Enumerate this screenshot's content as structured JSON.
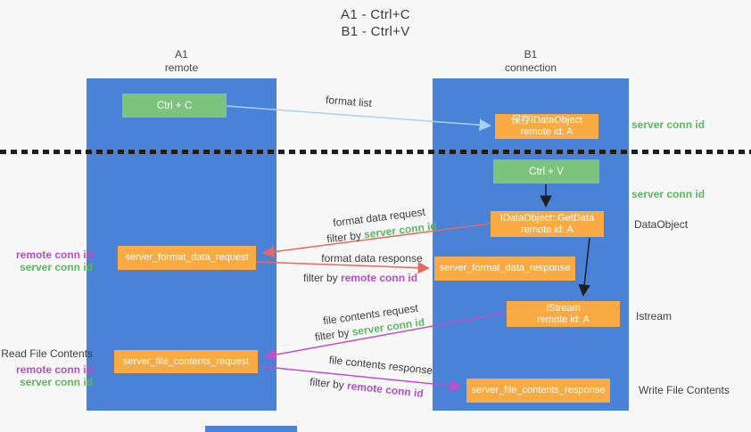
{
  "title": {
    "line1": "A1 - Ctrl+C",
    "line2": "B1 - Ctrl+V"
  },
  "columns": {
    "a1": {
      "name": "A1",
      "subtitle": "remote"
    },
    "b1": {
      "name": "B1",
      "subtitle": "connection"
    }
  },
  "nodes": {
    "ctrl_c": {
      "label": "Ctrl + C"
    },
    "save_dataobject": {
      "line1": "保存IDataObject",
      "line2": "remote id: A"
    },
    "ctrl_v": {
      "label": "Ctrl + V"
    },
    "getdata": {
      "line1": "IDataObject::GetData",
      "line2": "remote id: A"
    },
    "format_request": {
      "label": "server_format_data_request"
    },
    "format_response": {
      "label": "server_format_data_response"
    },
    "istream": {
      "line1": "IStream",
      "line2": "remote id: A"
    },
    "file_request": {
      "label": "server_file_contents_request"
    },
    "file_response": {
      "label": "server_file_contents_response"
    }
  },
  "arrow_labels": {
    "format_list": "format list",
    "format_data_request": "format data request",
    "format_data_response": "format data response",
    "file_contents_request": "file contents request",
    "file_contents_response": "file contents response",
    "filter_by": "filter by",
    "server_conn_id": "server conn id",
    "remote_conn_id": "remote conn id"
  },
  "right_labels": {
    "server_conn_id_1": "server conn id",
    "server_conn_id_2": "server conn id",
    "dataobject": "DataObject",
    "istream": "Istream",
    "write_file_contents": "Write File Contents"
  },
  "left_labels": {
    "remote_conn_id_1": "remote conn id",
    "server_conn_id_1": "server conn id",
    "read_file_contents": "Read File Contents",
    "remote_conn_id_2": "remote conn id",
    "server_conn_id_2": "server conn id"
  },
  "colors": {
    "background": "#f7f7f7",
    "column_blue": "#4a82d8",
    "node_green": "#7cc47e",
    "node_orange": "#f9aa42",
    "text_green": "#5cb860",
    "text_purple": "#b44fc8",
    "arrow_red": "#e8695f",
    "arrow_magenta": "#c04fc8",
    "arrow_lightblue": "#a9d2f0",
    "arrow_black": "#1f1f1f"
  }
}
